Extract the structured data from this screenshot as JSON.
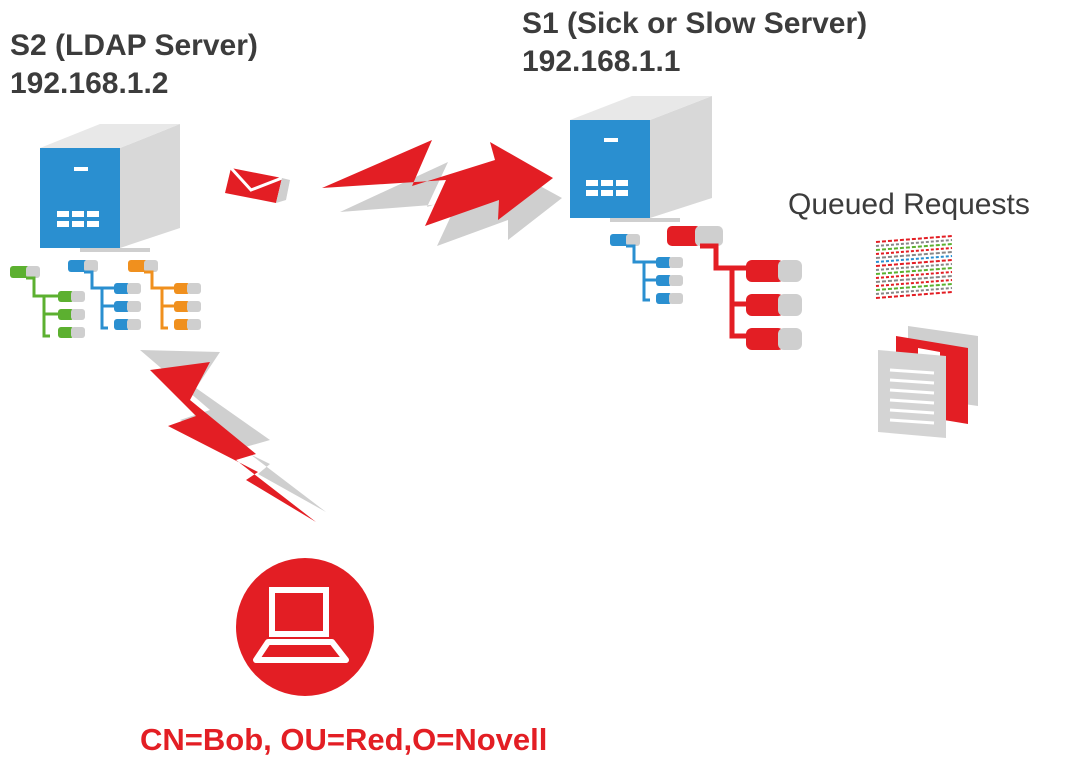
{
  "servers": {
    "s2": {
      "name": "S2 (LDAP Server)",
      "ip": "192.168.1.2"
    },
    "s1": {
      "name": "S1 (Sick or Slow Server)",
      "ip": "192.168.1.1"
    }
  },
  "queue_label": "Queued Requests",
  "user_dn": "CN=Bob, OU=Red,O=Novell",
  "colors": {
    "accent_red": "#e31e24",
    "server_blue": "#2a8fd0",
    "tree_green": "#5cb030",
    "tree_orange": "#f0901e",
    "shadow_gray": "#cfcfcf",
    "text": "#3c3c3c"
  },
  "icons": [
    "server-icon",
    "envelope-icon",
    "lightning-arrow-icon",
    "directory-tree-icon",
    "document-stack-icon",
    "laptop-icon"
  ]
}
